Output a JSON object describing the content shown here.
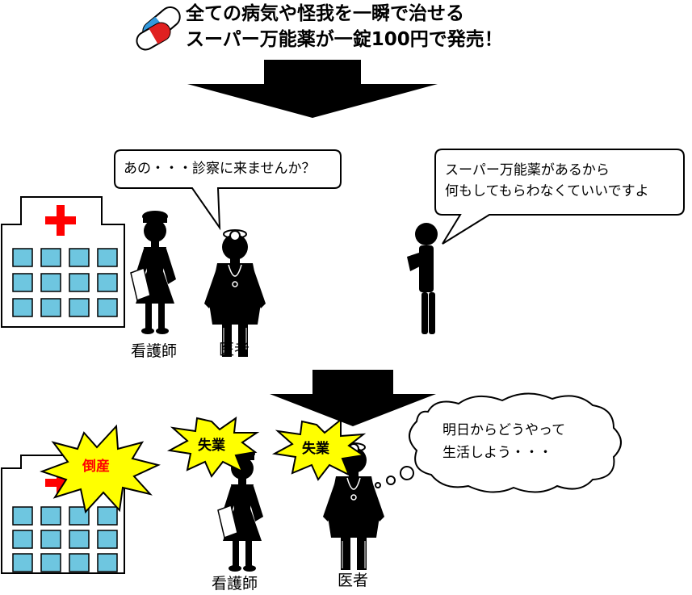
{
  "headline": {
    "line1": "全ての病気や怪我を一瞬で治せる",
    "line2": "スーパー万能薬が一錠100円で発売！"
  },
  "scene1": {
    "nurse_speech": "あの・・・診察に来ませんか？",
    "man_speech_line1": "スーパー万能薬があるから",
    "man_speech_line2": "何もしてもらわなくていいですよ",
    "nurse_label": "看護師",
    "doctor_label": "医者"
  },
  "scene2": {
    "bankrupt_label": "倒産",
    "nurse_jobless_label": "失業",
    "doctor_jobless_label": "失業",
    "thought_line1": "明日からどうやって",
    "thought_line2": "生活しよう・・・",
    "nurse_label": "看護師",
    "doctor_label": "医者"
  },
  "colors": {
    "hospital_cross": "#ff0000",
    "window_fill": "#6ec6e0",
    "burst_fill": "#ffff00",
    "bankrupt_text": "#ff0000",
    "pill_blue": "#3399dd",
    "pill_red": "#e02020"
  },
  "icons": [
    "pill-icon",
    "hospital-icon",
    "nurse-icon",
    "doctor-icon",
    "man-icon",
    "down-arrow-icon"
  ]
}
